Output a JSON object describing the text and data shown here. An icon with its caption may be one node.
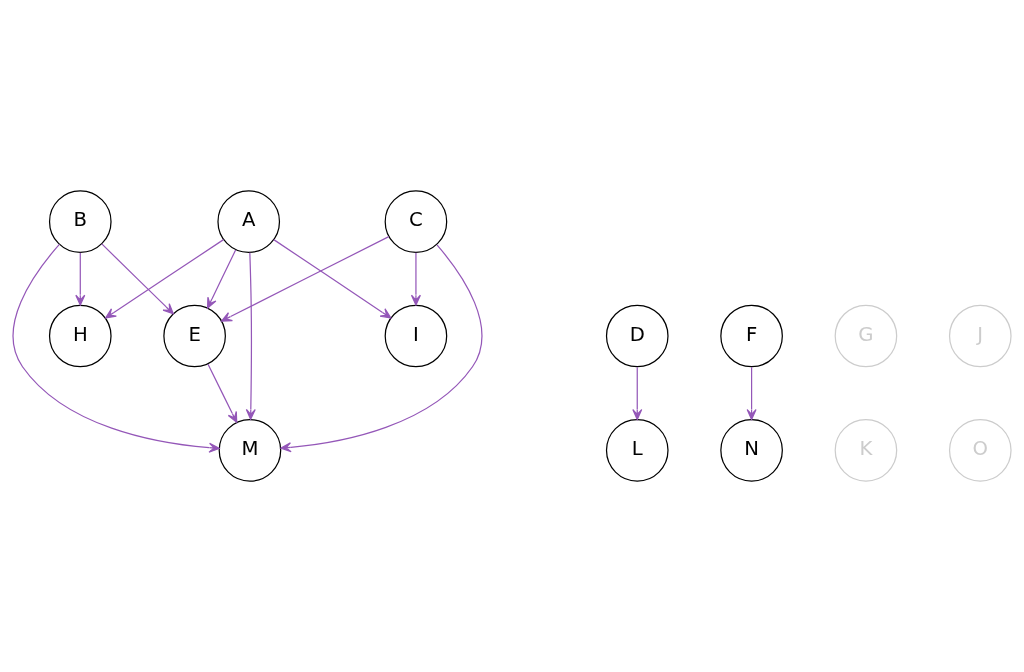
{
  "diagram": {
    "nodes": [
      {
        "text": [
          "A"
        ]
      },
      {
        "text": [
          "B"
        ]
      },
      {
        "text": [
          "C"
        ]
      },
      {
        "text": [
          "D"
        ]
      },
      {
        "text": [
          "E"
        ]
      },
      {
        "text": [
          "F"
        ]
      },
      {
        "text": [
          "G"
        ]
      },
      {
        "text": [
          "H"
        ]
      },
      {
        "text": [
          "I"
        ]
      },
      {
        "text": [
          "J"
        ]
      },
      {
        "text": [
          "K"
        ]
      },
      {
        "text": [
          "L"
        ]
      },
      {
        "text": [
          "M"
        ]
      },
      {
        "text": [
          "N"
        ]
      },
      {
        "text": [
          "O"
        ]
      }
    ],
    "edges": [
      {
        "from": 0,
        "to": 7,
        "arrow": "to"
      },
      {
        "from": 0,
        "to": 4,
        "arrow": "to"
      },
      {
        "from": 0,
        "to": 12,
        "arrow": "to"
      },
      {
        "from": 0,
        "to": 8,
        "arrow": "to"
      },
      {
        "from": 1,
        "to": 4,
        "arrow": "to"
      },
      {
        "from": 1,
        "to": 7,
        "arrow": "to"
      },
      {
        "from": 1,
        "to": 12,
        "arrow": "to"
      },
      {
        "from": 2,
        "to": 4,
        "arrow": "to"
      },
      {
        "from": 2,
        "to": 12,
        "arrow": "to"
      },
      {
        "from": 2,
        "to": 8,
        "arrow": "to"
      },
      {
        "from": 3,
        "to": 11,
        "arrow": "to"
      },
      {
        "from": 4,
        "to": 12,
        "arrow": "to"
      },
      {
        "from": 5,
        "to": 13,
        "arrow": "to"
      }
    ]
  }
}
